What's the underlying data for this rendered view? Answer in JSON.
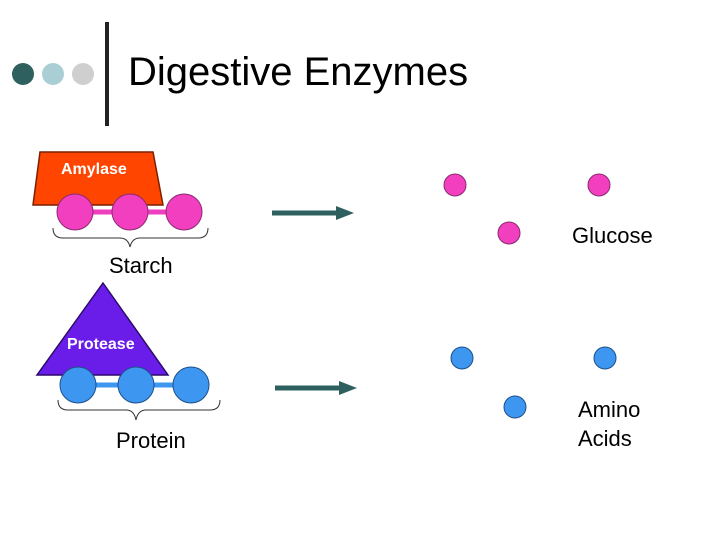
{
  "title": "Digestive Enzymes",
  "colors": {
    "dot_dark": "#2e6060",
    "dot_light": "#a9cfd4",
    "dot_grey": "#cfcfcf",
    "amylase": "#ff4500",
    "protease": "#6a1de8",
    "glucose": "#f23fbf",
    "amino_acid": "#3d97f0",
    "arrow": "#2e6060"
  },
  "reactions": [
    {
      "enzyme": "Amylase",
      "substrate": "Starch",
      "product": "Glucose"
    },
    {
      "enzyme": "Protease",
      "substrate": "Protein",
      "product_line1": "Amino",
      "product_line2": "Acids"
    }
  ]
}
